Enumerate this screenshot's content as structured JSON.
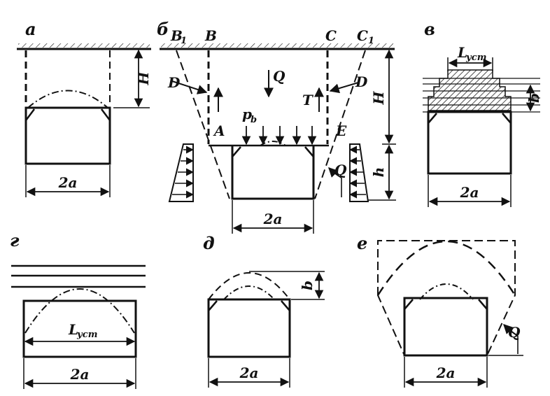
{
  "panels": {
    "a": {
      "label": "а",
      "dim_h": "H",
      "dim_w": "2a"
    },
    "b": {
      "label": "б",
      "pt_B1": "B",
      "pt_B1_sub": "1",
      "pt_B": "B",
      "pt_C": "C",
      "pt_C1": "C",
      "pt_C1_sub": "1",
      "pt_A": "A",
      "pt_E": "E",
      "force_D_left": "D",
      "force_D_right": "D",
      "force_Q_top": "Q",
      "force_T": "T",
      "load_p": "p",
      "load_p_sub": "b",
      "force_Q_side": "Q",
      "dim_H": "H",
      "dim_h": "h",
      "dim_w": "2a"
    },
    "v": {
      "label": "в",
      "dim_L": "L",
      "dim_L_sub": "уст",
      "dim_b": "b",
      "dim_w": "2a"
    },
    "g": {
      "label": "г",
      "dim_L": "L",
      "dim_L_sub": "уст",
      "dim_w": "2a"
    },
    "d": {
      "label": "д",
      "dim_b": "b",
      "dim_w": "2a"
    },
    "e": {
      "label": "е",
      "force_Q": "Q",
      "dim_w": "2a"
    }
  },
  "colors": {
    "ink": "#111111",
    "paper": "#ffffff"
  }
}
